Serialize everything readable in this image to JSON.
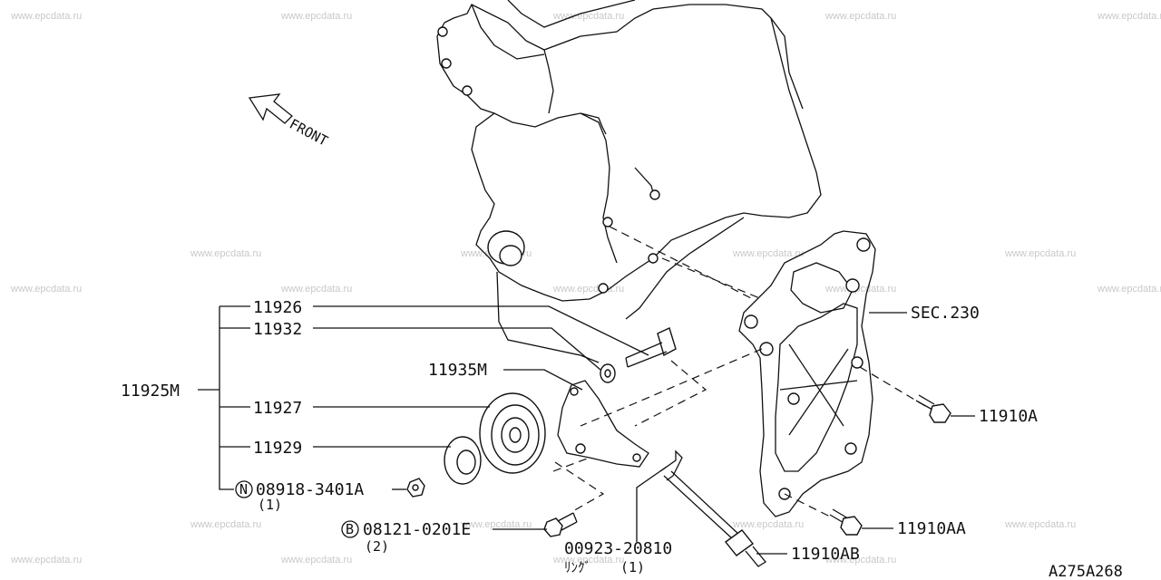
{
  "watermark": "www.epcdata.ru",
  "front_label": "FRONT",
  "diagram_code": "A275A268",
  "labels": {
    "group": "11925M",
    "p11926": "11926",
    "p11932": "11932",
    "p11927": "11927",
    "p11929": "11929",
    "p11935m": "11935M",
    "nut": "08918-3401A",
    "nut_marker": "N",
    "nut_qty": "(1)",
    "bolt": "08121-0201E",
    "bolt_marker": "B",
    "bolt_qty": "(2)",
    "clip": "00923-20810",
    "clip_qty": "(1)",
    "clip_prefix": "ﾘﾝｸﾞ",
    "sec": "SEC.230",
    "p11910a": "11910A",
    "p11910aa": "11910AA",
    "p11910ab": "11910AB"
  },
  "colors": {
    "line": "#111111",
    "watermark": "#c8c8c8",
    "background": "#ffffff"
  }
}
